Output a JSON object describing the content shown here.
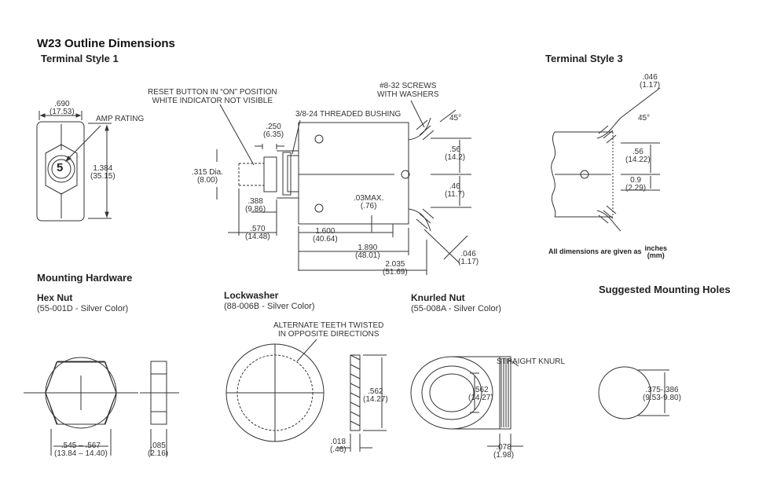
{
  "title": "W23 Outline Dimensions",
  "terminal_style_1": {
    "heading": "Terminal Style 1",
    "amp_value": "5",
    "labels": {
      "amp_rating": "AMP RATING",
      "reset_button_line1": "RESET BUTTON IN “ON” POSITION",
      "reset_button_line2": "WHITE INDICATOR NOT VISIBLE",
      "threaded_bushing": "3/8-24 THREADED BUSHING",
      "screws_line1": "#8-32 SCREWS",
      "screws_line2": "WITH WASHERS"
    },
    "dims": {
      "width_in": ".690",
      "width_mm": "(17.53)",
      "height_in": "1.384",
      "height_mm": "(35.15)",
      "button_dia_in": ".315 Dia.",
      "button_dia_mm": "(8.00)",
      "d250_in": ".250",
      "d250_mm": "(6.35)",
      "d388_in": ".388",
      "d388_mm": "(9.86)",
      "d570_in": ".570",
      "d570_mm": "(14.48)",
      "d1600_in": "1.600",
      "d1600_mm": "(40.64)",
      "d1890_in": "1.890",
      "d1890_mm": "(48.01)",
      "d2035_in": "2.035",
      "d2035_mm": "(51.69)",
      "d03_in": ".03MAX.",
      "d03_mm": "(.76)",
      "d56_in": ".56",
      "d56_mm": "(14.2)",
      "d46_in": ".46",
      "d46_mm": "(11.7)",
      "d046_in": ".046",
      "d046_mm": "(1.17)",
      "angle": "45°"
    }
  },
  "terminal_style_3": {
    "heading": "Terminal Style 3",
    "dims": {
      "d046_in": ".046",
      "d046_mm": "(1.17)",
      "angle": "45°",
      "d56_in": ".56",
      "d56_mm": "(14.22)",
      "d09_in": "0.9",
      "d09_mm": "(2.29)"
    }
  },
  "units_note": {
    "text": "All dimensions are given as",
    "top": "inches",
    "bottom": "(mm)"
  },
  "mounting_hardware": {
    "heading": "Mounting Hardware",
    "hex_nut": {
      "name": "Hex Nut",
      "part": "(55-001D - Silver Color)",
      "across_in": ".545 – .567",
      "across_mm": "(13.84 – 14.40)",
      "thick_in": ".085",
      "thick_mm": "(2.16)"
    },
    "lockwasher": {
      "name": "Lockwasher",
      "part": "(88-006B - Silver Color)",
      "teeth_line1": "ALTERNATE TEETH TWISTED",
      "teeth_line2": "IN OPPOSITE DIRECTIONS",
      "dia_in": ".562",
      "dia_mm": "(14.27)",
      "thick_in": ".018",
      "thick_mm": "(.46)"
    },
    "knurled_nut": {
      "name": "Knurled Nut",
      "part": "(55-008A - Silver Color)",
      "knurl_label": "STRAIGHT KNURL",
      "dia_in": ".562",
      "dia_mm": "(14.27)",
      "thick_in": ".078",
      "thick_mm": "(1.98)"
    }
  },
  "suggested_holes": {
    "heading": "Suggested Mounting Holes",
    "dia_in": ".375-.386",
    "dia_mm": "(9.53-9.80)"
  }
}
